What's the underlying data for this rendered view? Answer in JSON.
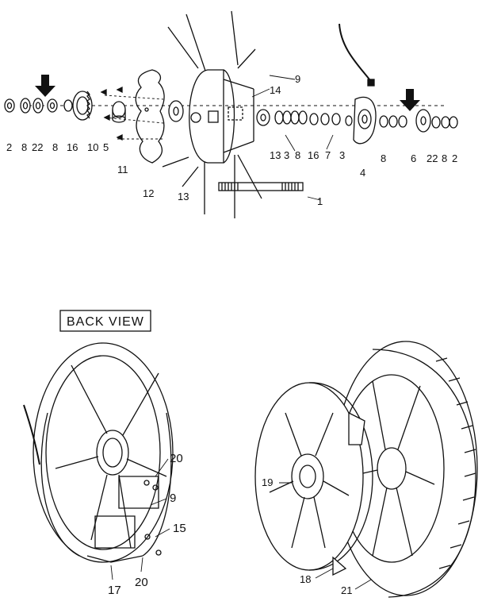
{
  "caption": "BACK VIEW",
  "top_labels": {
    "l2a": "2",
    "l8a": "8",
    "l22a": "22",
    "l8b": "8",
    "l16a": "16",
    "l10": "10",
    "l5": "5",
    "l11": "11",
    "l12": "12",
    "l13a": "13",
    "l14": "14",
    "l9top": "9",
    "l13b": "13",
    "l3a": "3",
    "l8c": "8",
    "l16b": "16",
    "l7": "7",
    "l3b": "3",
    "l4": "4",
    "l8d": "8",
    "l6": "6",
    "l22b": "22",
    "l8e": "8",
    "l2b": "2",
    "l1": "1"
  },
  "back_labels": {
    "l20a": "20",
    "l9": "9",
    "l15": "15",
    "l17": "17",
    "l20b": "20"
  },
  "front_labels": {
    "l19": "19",
    "l18": "18",
    "l21": "21"
  },
  "colors": {
    "ink": "#111111",
    "paper": "#ffffff"
  }
}
